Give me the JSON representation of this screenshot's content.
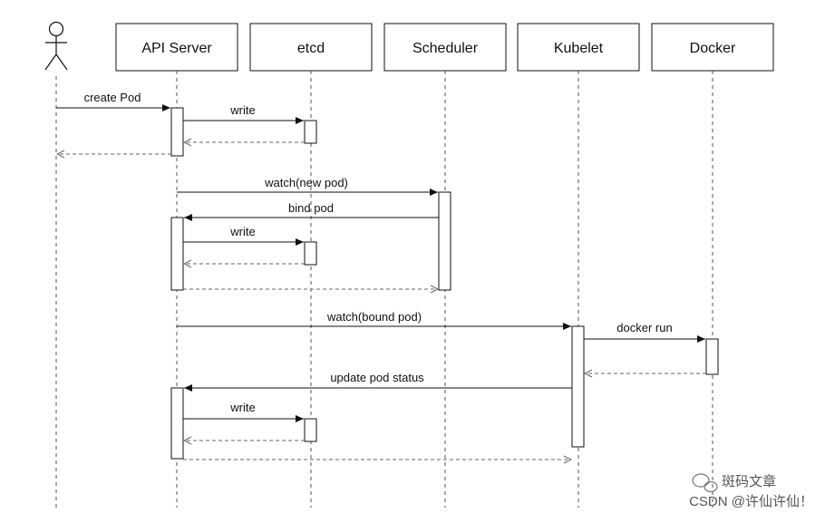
{
  "diagram": {
    "type": "sequence-diagram",
    "actor": {
      "id": "user"
    },
    "participants": [
      {
        "id": "api",
        "label": "API Server"
      },
      {
        "id": "etcd",
        "label": "etcd"
      },
      {
        "id": "sched",
        "label": "Scheduler"
      },
      {
        "id": "kubelet",
        "label": "Kubelet"
      },
      {
        "id": "docker",
        "label": "Docker"
      }
    ],
    "messages": [
      {
        "from": "user",
        "to": "api",
        "label": "create Pod",
        "style": "solid"
      },
      {
        "from": "api",
        "to": "etcd",
        "label": "write",
        "style": "solid"
      },
      {
        "from": "etcd",
        "to": "api",
        "label": "",
        "style": "dashed"
      },
      {
        "from": "api",
        "to": "user",
        "label": "",
        "style": "dashed"
      },
      {
        "from": "api",
        "to": "sched",
        "label": "watch(new pod)",
        "style": "solid"
      },
      {
        "from": "sched",
        "to": "api",
        "label": "bind pod",
        "style": "solid"
      },
      {
        "from": "api",
        "to": "etcd",
        "label": "write",
        "style": "solid"
      },
      {
        "from": "etcd",
        "to": "api",
        "label": "",
        "style": "dashed"
      },
      {
        "from": "api",
        "to": "sched",
        "label": "",
        "style": "dashed"
      },
      {
        "from": "api",
        "to": "kubelet",
        "label": "watch(bound pod)",
        "style": "solid"
      },
      {
        "from": "kubelet",
        "to": "docker",
        "label": "docker run",
        "style": "solid"
      },
      {
        "from": "docker",
        "to": "kubelet",
        "label": "",
        "style": "dashed"
      },
      {
        "from": "kubelet",
        "to": "api",
        "label": "update pod status",
        "style": "solid"
      },
      {
        "from": "api",
        "to": "etcd",
        "label": "write",
        "style": "solid"
      },
      {
        "from": "etcd",
        "to": "api",
        "label": "",
        "style": "dashed"
      },
      {
        "from": "api",
        "to": "kubelet",
        "label": "",
        "style": "dashed"
      }
    ]
  },
  "watermark": {
    "brand": "斑码文章",
    "credit": "CSDN @许仙许仙！"
  },
  "colors": {
    "stroke": "#111111",
    "lifeline": "#555555",
    "return": "#666666",
    "background": "#ffffff",
    "watermark": "#555555"
  }
}
